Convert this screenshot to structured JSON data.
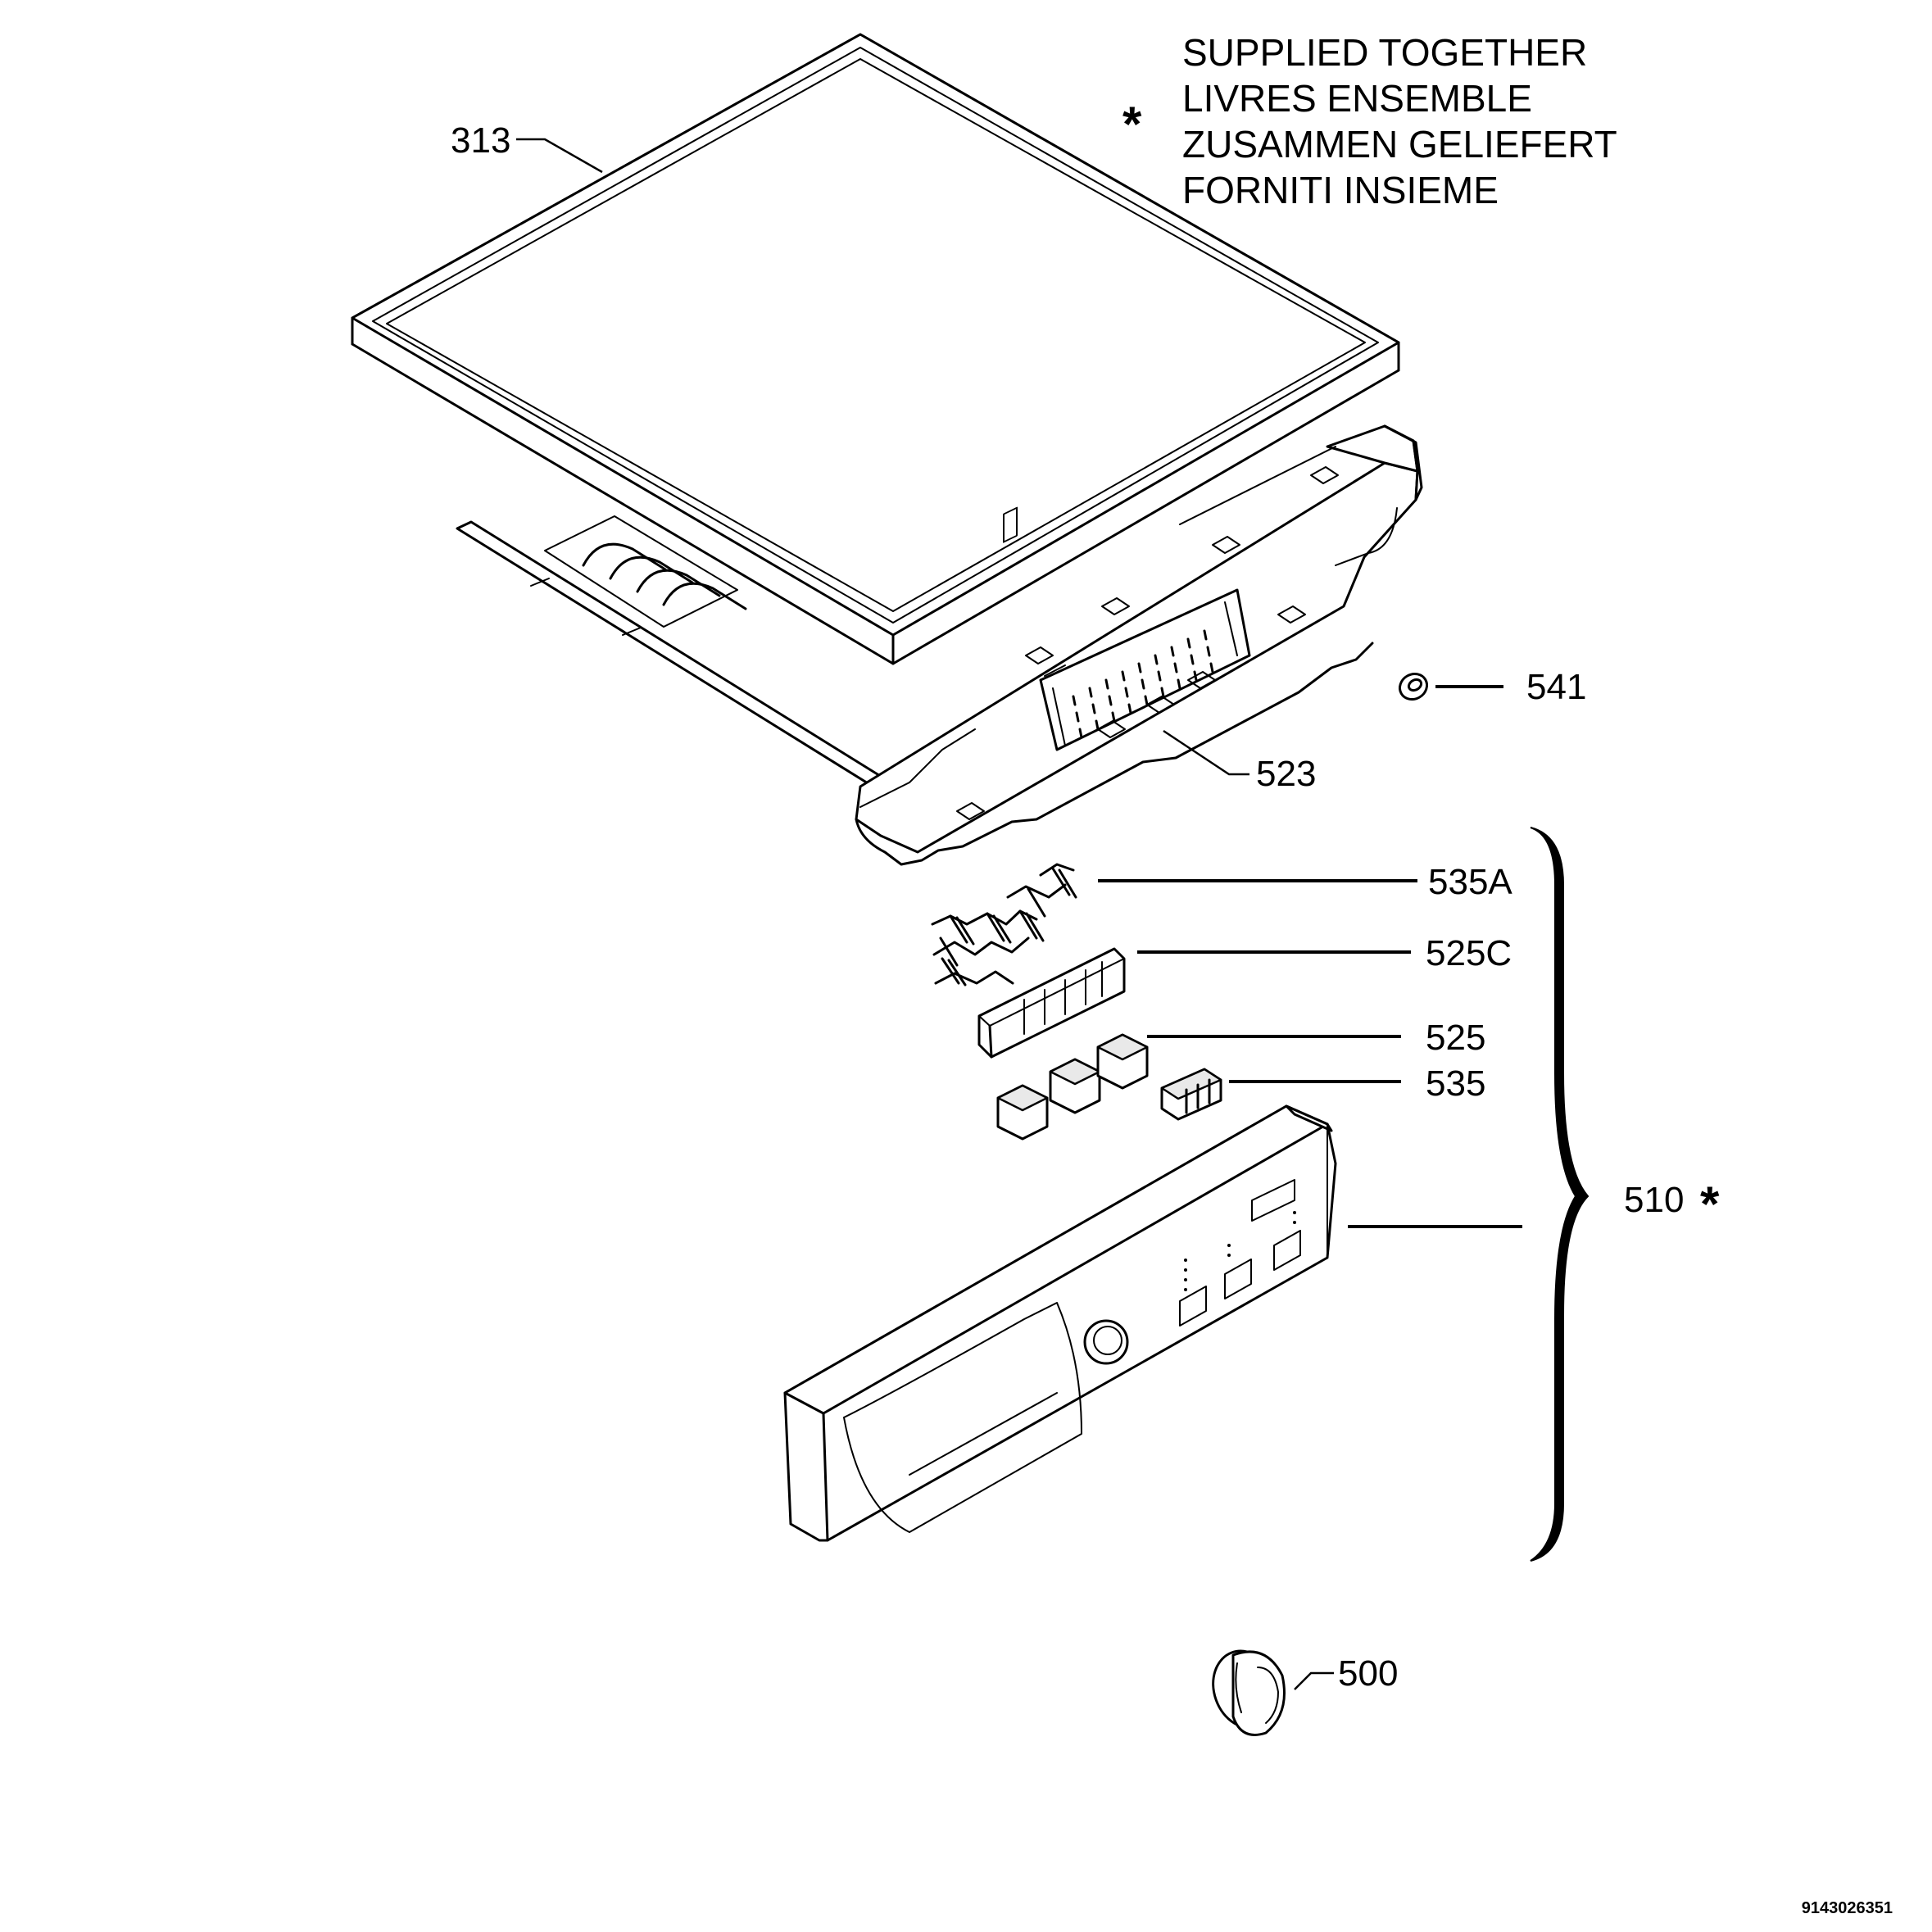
{
  "note": {
    "lines": [
      "SUPPLIED TOGETHER",
      "LIVRES ENSEMBLE",
      "ZUSAMMEN GELIEFERT",
      "FORNITI INSIEME"
    ],
    "symbol": "*"
  },
  "callouts": {
    "p313": "313",
    "p541": "541",
    "p523": "523",
    "p535a": "535A",
    "p525c": "525C",
    "p525": "525",
    "p535": "535",
    "p510": "510",
    "p510_star": "*",
    "p500": "500"
  },
  "document_number": "9143026351"
}
